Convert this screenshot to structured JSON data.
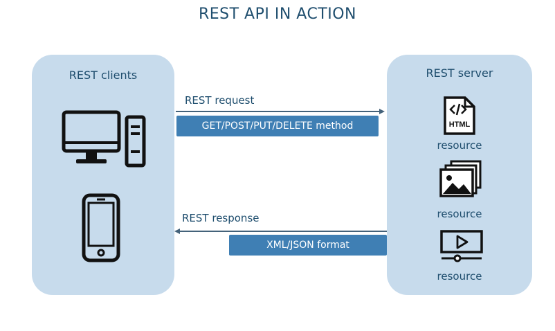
{
  "title": "REST API IN ACTION",
  "clients": {
    "title": "REST clients",
    "icons": [
      "desktop-computer-icon",
      "smartphone-icon"
    ]
  },
  "server": {
    "title": "REST server",
    "resources": [
      {
        "icon": "html-file-icon",
        "label": "resource",
        "file_text": "HTML"
      },
      {
        "icon": "images-icon",
        "label": "resource"
      },
      {
        "icon": "video-player-icon",
        "label": "resource"
      }
    ]
  },
  "request": {
    "label": "REST request",
    "method": "GET/POST/PUT/DELETE method",
    "direction": "client-to-server"
  },
  "response": {
    "label": "REST response",
    "format": "XML/JSON format",
    "direction": "server-to-client"
  },
  "colors": {
    "panel": "#c7dbec",
    "pill": "#3f7fb4",
    "text": "#1f4e6e",
    "arrow": "#44627a"
  }
}
